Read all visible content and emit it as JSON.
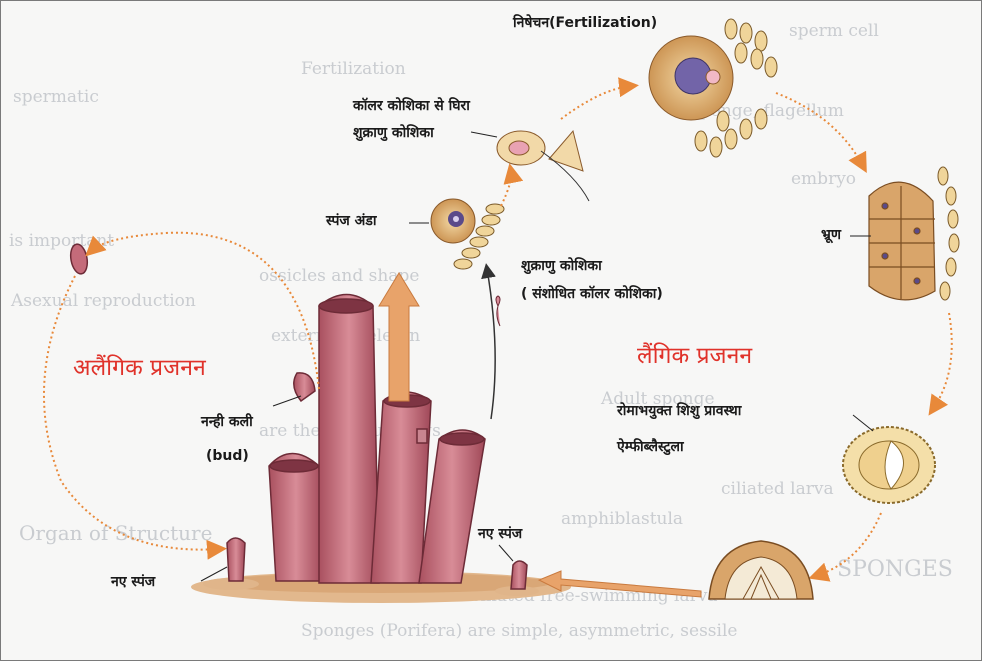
{
  "labels": {
    "fertilization": "निषेचन(Fertilization)",
    "collar_line1": "कॉलर कोशिका से घिरा",
    "collar_line2": "शुक्राणु कोशिका",
    "sponge_egg": "स्पंज अंडा",
    "sperm_cell": "शुक्राणु कोशिका",
    "modified_collar": "( संशोधित कॉलर कोशिका)",
    "embryo": "भ्रूण",
    "sexual": "लैंगिक प्रजनन",
    "asexual": "अलैंगिक प्रजनन",
    "small_bud": "नन्ही कली",
    "bud_en": "(bud)",
    "larva": "रोमाभयुक्त शिशु प्रावस्था",
    "amphiblastula": "ऐम्फीब्लैस्टुला",
    "new_sponge_right": "नए स्पंज",
    "new_sponge_left": "नए स्पंज"
  },
  "background_text": [
    "sperm cell",
    "Fertilization",
    "spermatic",
    "sponge, flagellum",
    "embryo",
    "is important",
    "ossicles and shape",
    "Asexual reproduction",
    "external skeleton",
    "Adult sponge",
    "are the surroundings",
    "ciliated larva",
    "amphiblastula",
    "Organ of Structure",
    "SPONGES",
    "ciliated free-swimming larva",
    "Sponges (Porifera) are simple, asymmetric, sessile"
  ],
  "colors": {
    "arrow": "#e8893a",
    "title_red": "#e0322a",
    "sponge_body": "#c46b7a",
    "egg": "#d9a86a"
  }
}
